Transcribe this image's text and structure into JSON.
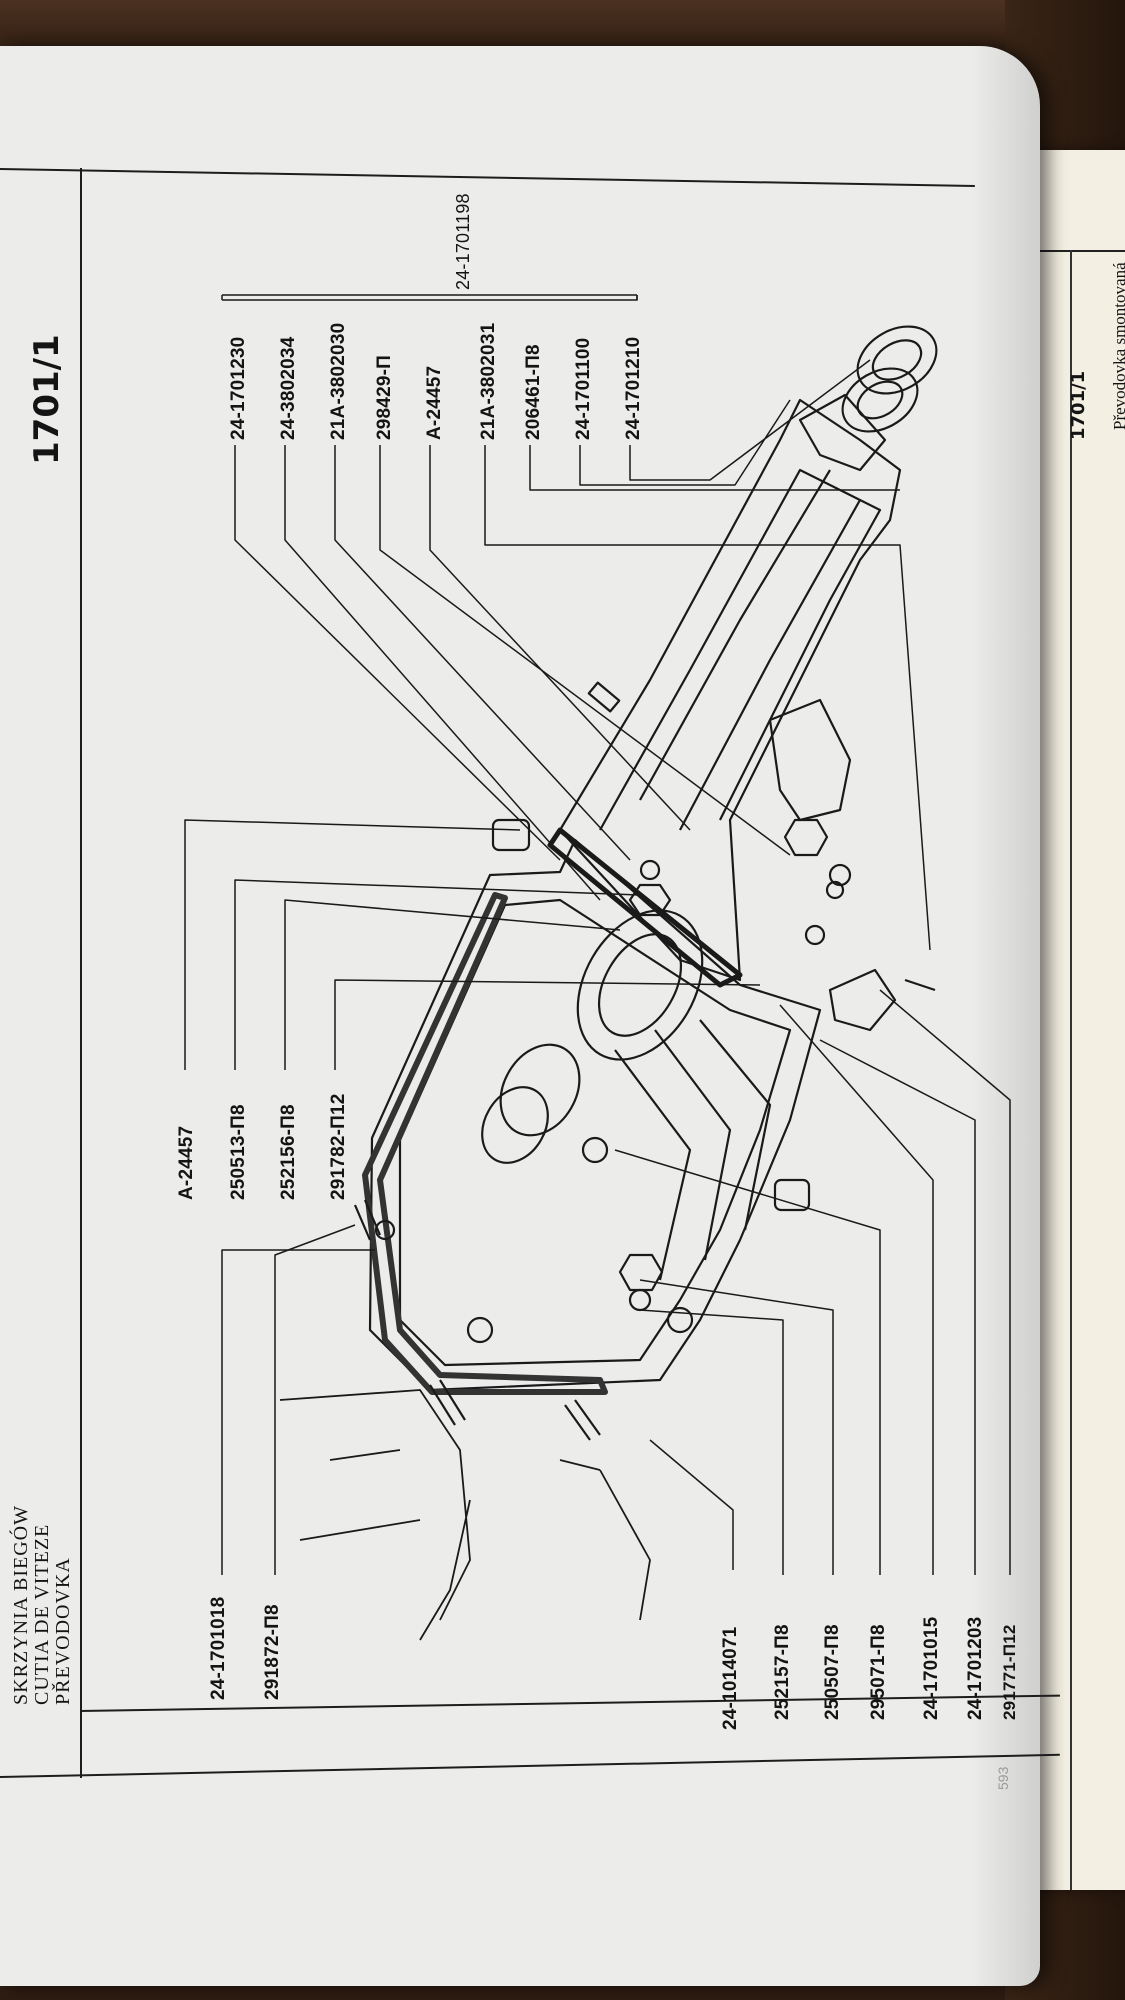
{
  "page_code": "1701/1",
  "title_lines": [
    "SKRZYNIA BIEGÓW",
    "CUTIA DE VITEZE",
    "PŘEVODOVKA"
  ],
  "page_number": "593",
  "part_labels": {
    "top_group": [
      "24-1701230",
      "24-3802034",
      "21A-3802030",
      "298429-П",
      "A-24457",
      "21A-3802031",
      "206461-П8",
      "24-1701100",
      "24-1701210"
    ],
    "group_assembly": "24-1701198",
    "left_upper": [
      "A-24457",
      "250513-П8",
      "252156-П8",
      "291782-П12"
    ],
    "left_lower": [
      "24-1701018",
      "291872-П8"
    ],
    "bottom_group": [
      "24-1014071",
      "252157-П8",
      "250507-П8",
      "295071-П8",
      "24-1701015",
      "24-1701203",
      "291771-П12"
    ]
  },
  "next_page": {
    "code": "1701/1",
    "title": "Převodovka smontovaná"
  }
}
